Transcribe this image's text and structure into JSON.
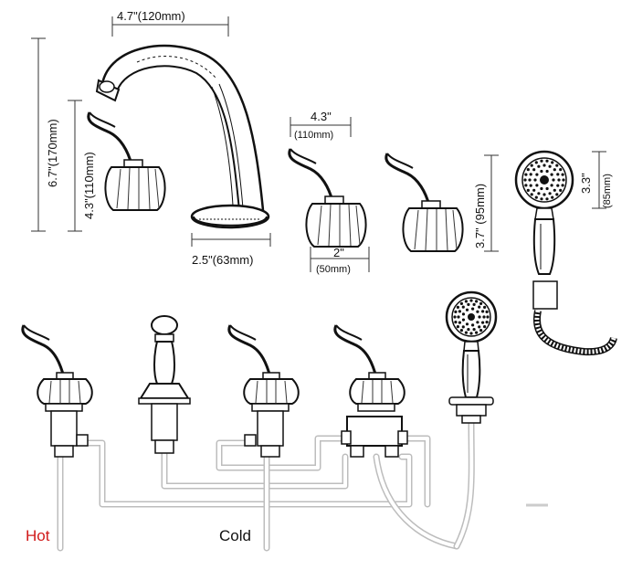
{
  "dimensions": {
    "spout_width": "4.7\"(120mm)",
    "spout_height": "6.7\"(170mm)",
    "handle_height": "4.3\"(110mm)",
    "spout_base": "2.5\"(63mm)",
    "handle_spacing_in": "4.3\"",
    "handle_spacing_mm": "(110mm)",
    "handle_base_in": "2\"",
    "handle_base_mm": "(50mm)",
    "handle_height_right": "3.7\" (95mm)",
    "shower_head_in": "3.3\"",
    "shower_head_mm": "(85mm)"
  },
  "labels": {
    "hot": "Hot",
    "cold": "Cold"
  },
  "colors": {
    "hot": "#d11a1a",
    "cold": "#111111",
    "pipe": "#bdbdbd"
  }
}
